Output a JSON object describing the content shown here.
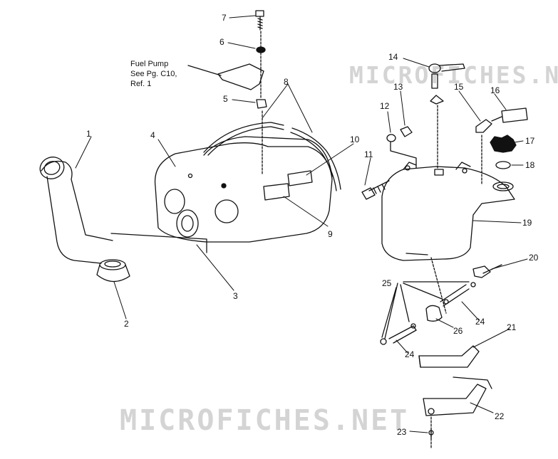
{
  "callouts": [
    "1",
    "2",
    "3",
    "4",
    "5",
    "6",
    "7",
    "8",
    "9",
    "10",
    "11",
    "12",
    "13",
    "14",
    "15",
    "16",
    "17",
    "18",
    "19",
    "20",
    "21",
    "22",
    "23",
    "24",
    "24",
    "25",
    "26"
  ],
  "note": {
    "line1": "Fuel Pump",
    "line2": "See Pg. C10,",
    "line3": "Ref. 1"
  },
  "watermark": {
    "top": "MICROFICHES.NET",
    "bottom": "MICROFICHES.NET"
  },
  "colors": {
    "line": "#111111",
    "watermark": "#d4d4d4",
    "background": "#ffffff"
  }
}
